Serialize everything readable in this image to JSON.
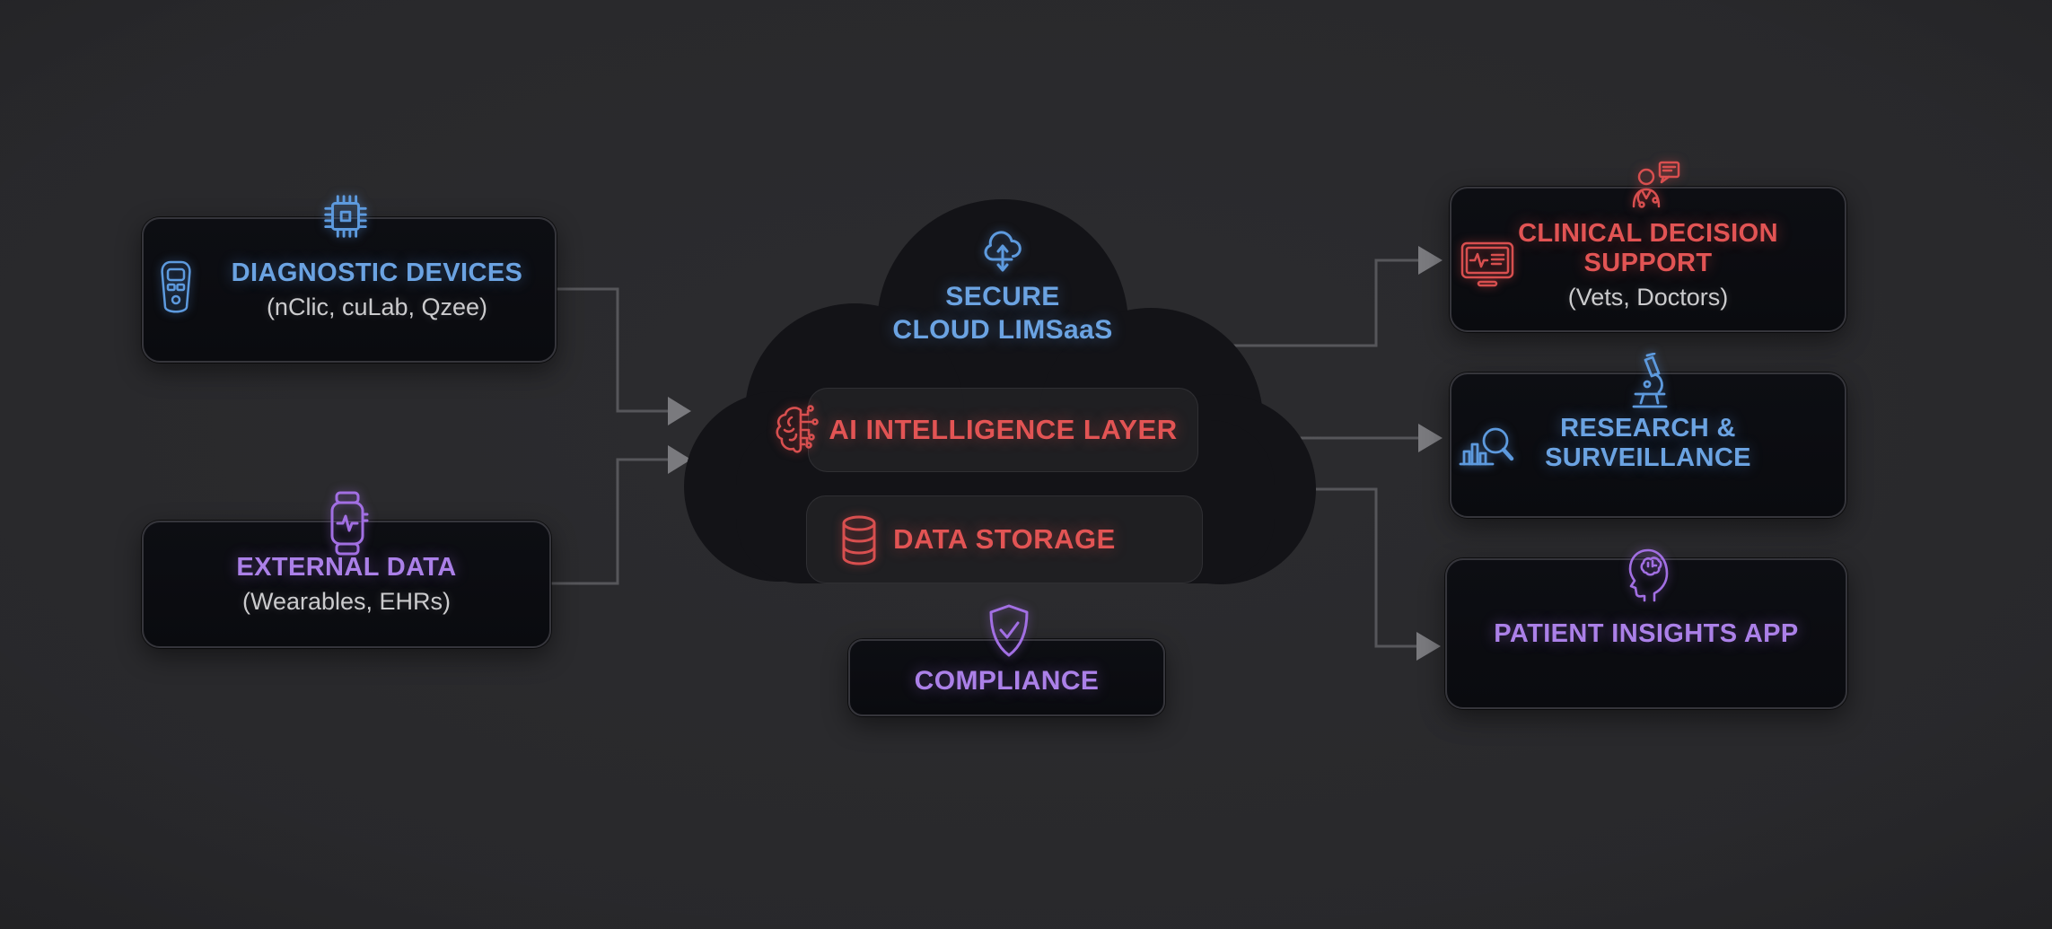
{
  "diagram": {
    "left": {
      "diagnostic": {
        "title": "DIAGNOSTIC DEVICES",
        "subtitle": "(nClic, cuLab, Qzee)"
      },
      "external": {
        "title": "EXTERNAL DATA",
        "subtitle": "(Wearables, EHRs)"
      }
    },
    "cloud": {
      "title_line1": "SECURE",
      "title_line2": "CLOUD LIMSaaS",
      "ai_layer_label": "AI INTELLIGENCE LAYER",
      "data_storage_label": "DATA STORAGE",
      "compliance_label": "COMPLIANCE"
    },
    "right": {
      "clinical": {
        "title_line1": "CLINICAL DECISION",
        "title_line2": "SUPPORT",
        "subtitle": "(Vets, Doctors)"
      },
      "research": {
        "title_line1": "RESEARCH &",
        "title_line2": "SURVEILLANCE"
      },
      "patient": {
        "title": "PATIENT INSIGHTS APP"
      }
    },
    "icons": {
      "chip": "chip-icon",
      "handheld_device": "diagnostic-device-icon",
      "smartwatch": "smartwatch-heartbeat-icon",
      "cloud_sync": "cloud-sync-icon",
      "ai_brain": "ai-brain-circuit-icon",
      "database": "database-icon",
      "shield_check": "shield-check-icon",
      "doctor_chat": "doctor-chat-icon",
      "monitor_ecg": "monitor-ecg-icon",
      "microscope": "microscope-icon",
      "magnifier_chart": "magnifier-chart-icon",
      "head_brain": "head-brain-icon"
    },
    "colors": {
      "background": "#28282b",
      "cloud_fill": "#131317",
      "node_fill": "#0c0d11",
      "node_border": "#35353b",
      "blue": "#6ba3e2",
      "red": "#e25454",
      "purple": "#ab80e8",
      "subtitle_gray": "#cbcbcd",
      "connector": "#56565a",
      "arrowhead": "#7a7a7e"
    }
  }
}
